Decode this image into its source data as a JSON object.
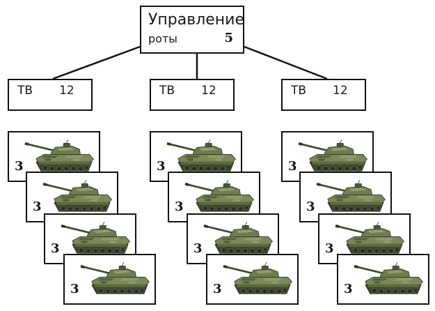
{
  "hq": {
    "title": "Управление",
    "subtitle": "роты",
    "count": "5"
  },
  "platoons": [
    {
      "label": "ТВ",
      "count": "12",
      "tanks": [
        {
          "crew": "3"
        },
        {
          "crew": "3"
        },
        {
          "crew": "3"
        },
        {
          "crew": "3"
        }
      ]
    },
    {
      "label": "ТВ",
      "count": "12",
      "tanks": [
        {
          "crew": "3"
        },
        {
          "crew": "3"
        },
        {
          "crew": "3"
        },
        {
          "crew": "3"
        }
      ]
    },
    {
      "label": "ТВ",
      "count": "12",
      "tanks": [
        {
          "crew": "3"
        },
        {
          "crew": "3"
        },
        {
          "crew": "3"
        },
        {
          "crew": "3"
        }
      ]
    }
  ],
  "icons": {
    "tank": "tank-icon"
  },
  "colors": {
    "line": "#111111",
    "tank_camo_dark": "#4a5a34",
    "tank_camo_mid": "#6f7d4e",
    "tank_camo_light": "#9aa57a"
  }
}
